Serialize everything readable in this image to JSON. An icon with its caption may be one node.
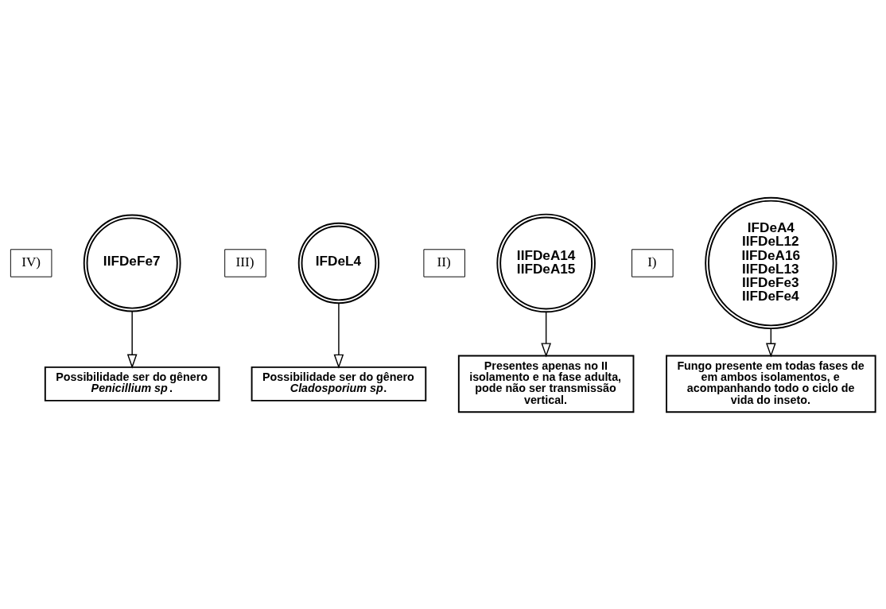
{
  "diagram": {
    "nodes": [
      {
        "text": [
          "IV)"
        ]
      },
      {
        "text": [
          "IIFDeFe7"
        ]
      },
      {
        "text": [
          "Possibilidade ser do gênero *Penicillium sp*."
        ]
      },
      {
        "text": [
          "III)"
        ]
      },
      {
        "text": [
          "IFDeL4"
        ]
      },
      {
        "text": [
          "Possibilidade ser do gênero *Cladosporium sp*."
        ]
      },
      {
        "text": [
          "II)"
        ]
      },
      {
        "text": [
          "IIFDeA14",
          "IIFDeA15"
        ]
      },
      {
        "text": [
          "Presentes apenas no II isolamento e na fase adulta, pode não ser transmissão vertical."
        ]
      },
      {
        "text": [
          "I)"
        ]
      },
      {
        "text": [
          "IFDeA4",
          "IIFDeL12",
          "IIFDeA16",
          "IIFDeL13",
          "IIFDeFe3",
          "IIFDeFe4"
        ]
      },
      {
        "text": [
          "Fungo presente em todas fases de em ambos isolamentos, e acompanhando todo o ciclo de vida do inseto."
        ]
      }
    ],
    "edges": [
      {
        "from": 1,
        "to": 2,
        "arrow": "to"
      },
      {
        "from": 4,
        "to": 5,
        "arrow": "to"
      },
      {
        "from": 7,
        "to": 8,
        "arrow": "to"
      },
      {
        "from": 10,
        "to": 11,
        "arrow": "to"
      }
    ]
  }
}
